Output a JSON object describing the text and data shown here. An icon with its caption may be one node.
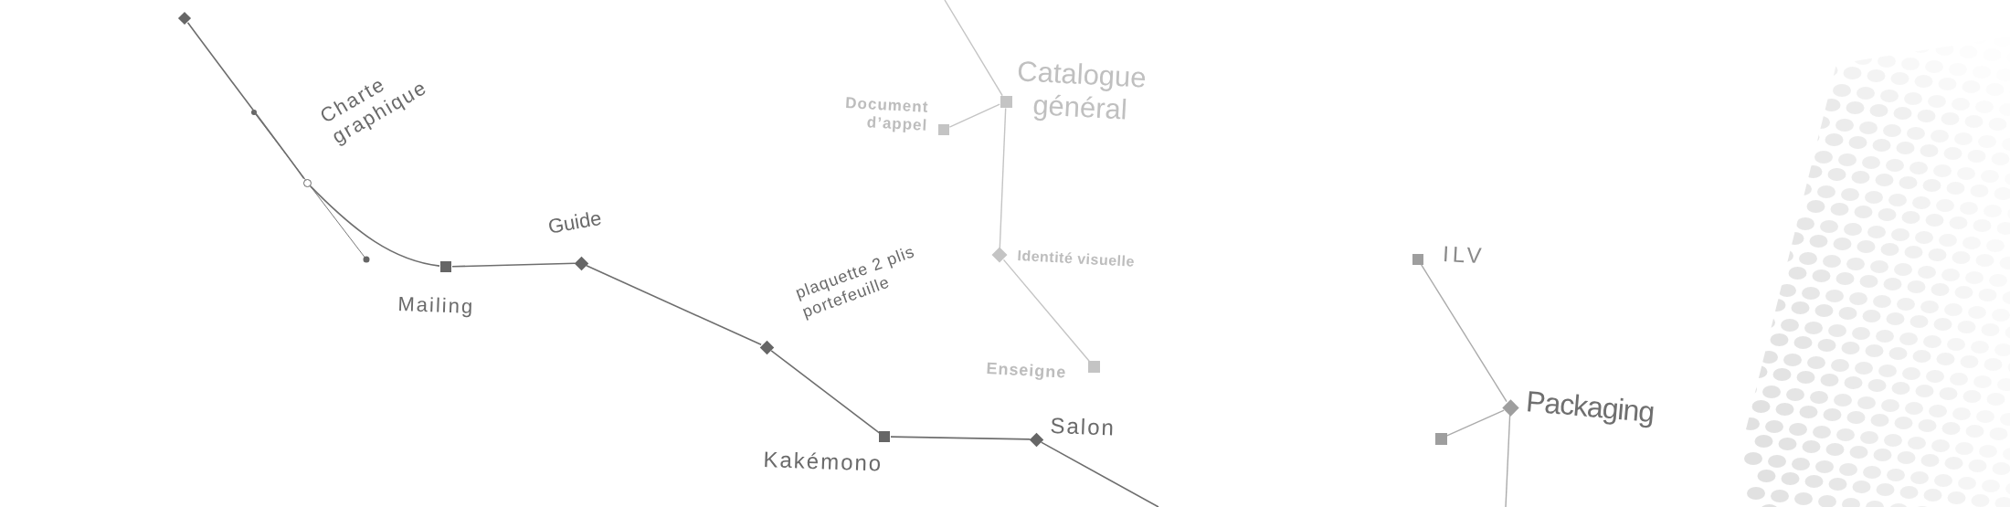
{
  "diagram": {
    "nodes": [
      {
        "text": [],
        "shape": "diamond"
      },
      {
        "text": [],
        "shape": "circle",
        "beside": [
          "Charte graphique"
        ]
      },
      {
        "text": [],
        "shape": "box",
        "beside": [
          "Mailing"
        ]
      },
      {
        "text": [],
        "shape": "diamond",
        "beside": [
          "Guide"
        ]
      },
      {
        "text": [],
        "shape": "diamond",
        "beside": [
          "plaquette 2 plis portefeuille"
        ]
      },
      {
        "text": [],
        "shape": "box",
        "beside": [
          "Kakémono"
        ]
      },
      {
        "text": [],
        "shape": "diamond",
        "beside": [
          "Salon"
        ]
      },
      {
        "text": [],
        "shape": "box",
        "beside": [
          "Catalogue général"
        ]
      },
      {
        "text": [],
        "shape": "box",
        "beside": [
          "Document d’appel"
        ]
      },
      {
        "text": [],
        "shape": "diamond",
        "beside": [
          "Identité visuelle"
        ]
      },
      {
        "text": [],
        "shape": "box",
        "beside": [
          "Enseigne"
        ]
      },
      {
        "text": [],
        "shape": "box",
        "beside": [
          "ILV"
        ]
      },
      {
        "text": [],
        "shape": "diamond",
        "beside": [
          "Packaging"
        ]
      },
      {
        "text": [],
        "shape": "box"
      }
    ],
    "edges": [
      {
        "from": 0,
        "to": 1,
        "arrow": "none"
      },
      {
        "from": 1,
        "to": 2,
        "arrow": "none"
      },
      {
        "from": 2,
        "to": 3,
        "arrow": "none"
      },
      {
        "from": 3,
        "to": 4,
        "arrow": "none"
      },
      {
        "from": 4,
        "to": 5,
        "arrow": "none"
      },
      {
        "from": 5,
        "to": 6,
        "arrow": "none"
      },
      {
        "from": 6,
        "to": null,
        "arrow": "none"
      },
      {
        "from": null,
        "to": 7,
        "arrow": "none",
        "color": "#c4c4c4"
      },
      {
        "from": 7,
        "to": 8,
        "arrow": "none",
        "color": "#c4c4c4"
      },
      {
        "from": 7,
        "to": 9,
        "arrow": "none",
        "color": "#c4c4c4"
      },
      {
        "from": 9,
        "to": 10,
        "arrow": "none",
        "color": "#c4c4c4"
      },
      {
        "from": 11,
        "to": 12,
        "arrow": "none",
        "color": "#ababab"
      },
      {
        "from": 12,
        "to": 13,
        "arrow": "none",
        "color": "#ababab"
      },
      {
        "from": 12,
        "to": null,
        "arrow": "none",
        "color": "#ababab"
      }
    ]
  }
}
